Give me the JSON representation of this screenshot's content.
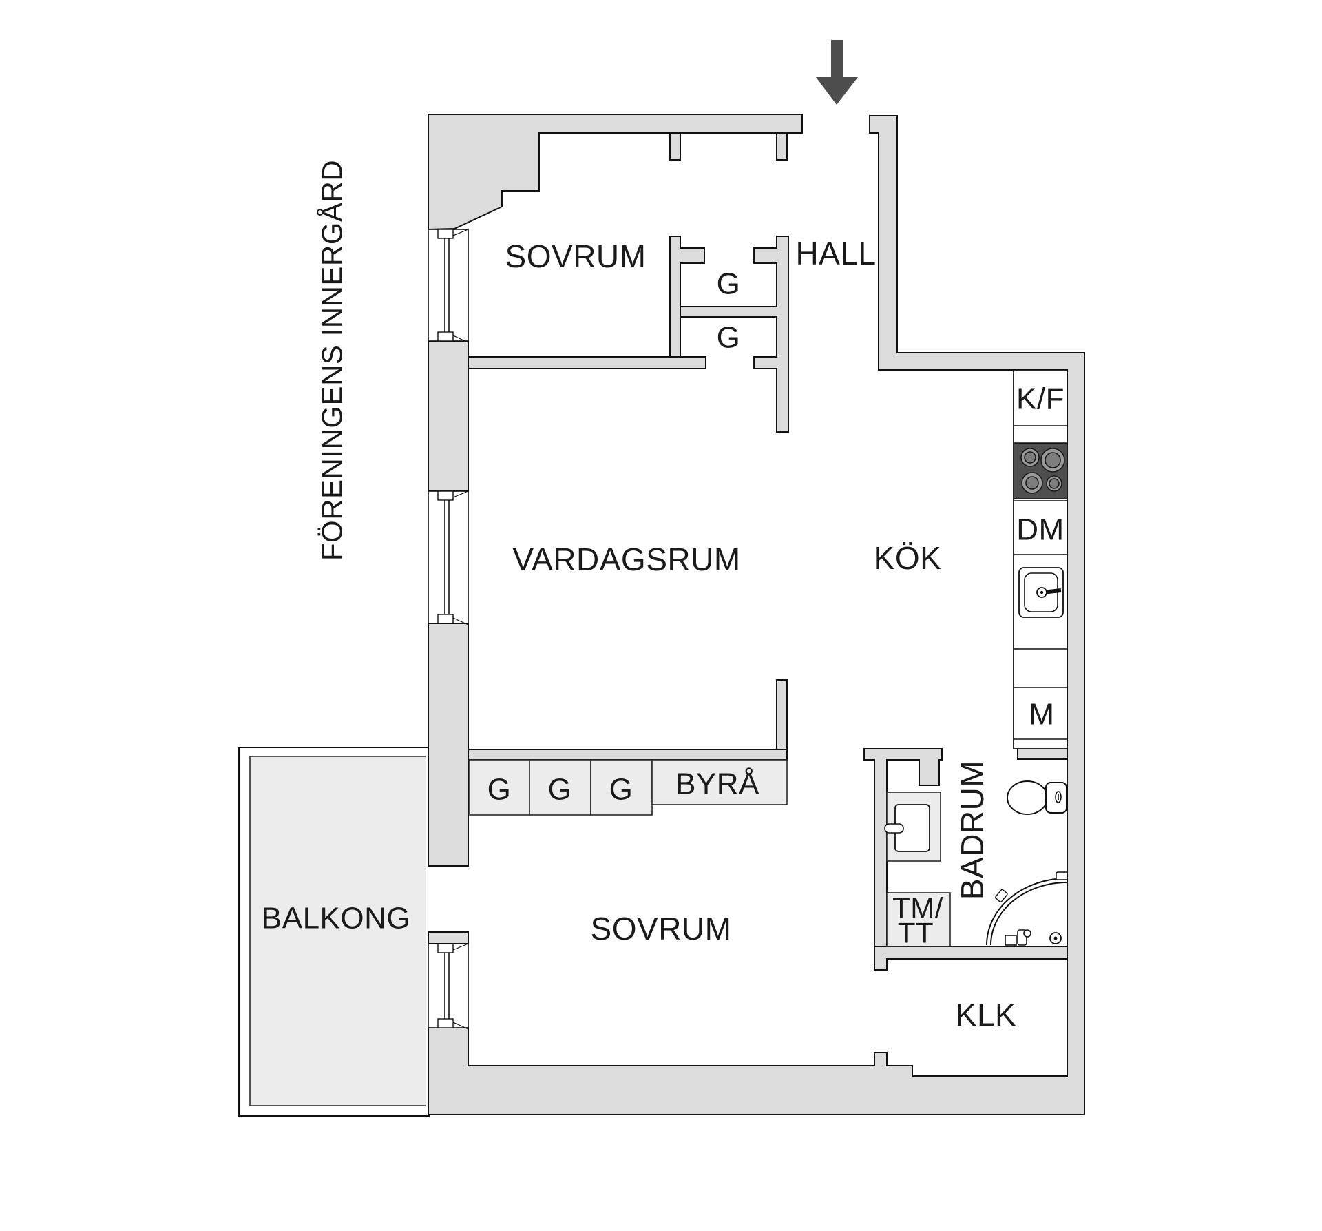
{
  "colors": {
    "background": "#ffffff",
    "wall_fill": "#dcdcdc",
    "wall_stroke": "#111111",
    "furniture_fill": "#ececec",
    "stove_fill": "#4f4f4f",
    "arrow": "#4d4d4d",
    "text": "#1a1a1a"
  },
  "labels": {
    "courtyard": "FÖRENINGENS INNERGÅRD",
    "bedroom_top": "SOVRUM",
    "hall": "HALL",
    "closet_g": "G",
    "living_room": "VARDAGSRUM",
    "kitchen": "KÖK",
    "fridge_freezer": "K/F",
    "dishwasher": "DM",
    "microwave": "M",
    "dresser": "BYRÅ",
    "balcony": "BALKONG",
    "bedroom_bottom": "SOVRUM",
    "bathroom": "BADRUM",
    "washer_line1": "TM/",
    "washer_line2": "TT",
    "walk_in_closet": "KLK"
  }
}
